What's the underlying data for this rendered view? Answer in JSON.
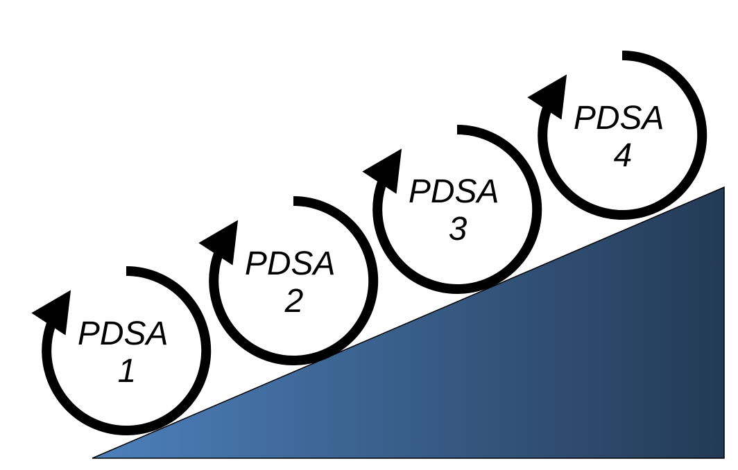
{
  "colors": {
    "ramp_light": "#4d80bb",
    "ramp_dark": "#243a56",
    "ring": "#000000",
    "background": "#ffffff"
  },
  "cycles": [
    {
      "line1": "PDSA",
      "line2": "1"
    },
    {
      "line1": "PDSA",
      "line2": "2"
    },
    {
      "line1": "PDSA",
      "line2": "3"
    },
    {
      "line1": "PDSA",
      "line2": "4"
    }
  ]
}
